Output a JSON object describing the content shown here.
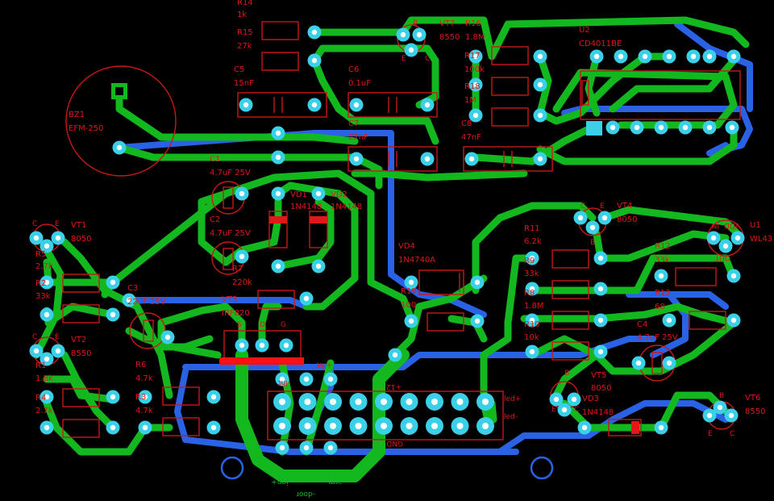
{
  "board": {
    "background": "#000000",
    "colors": {
      "top_copper": "#12b81e",
      "bottom_copper": "#2a62e6",
      "silkscreen": "#e01818",
      "pad": "#3ad0e8",
      "highlight": "#ff1010"
    }
  },
  "labels": {
    "r14": "R14",
    "r14v": "1k",
    "r15": "R15",
    "r15v": "27k",
    "c5": "C5",
    "c5v": "15nF",
    "c6": "C6",
    "c6v": "0.1uF",
    "c7": "C7",
    "c7v": "22nF",
    "vt7": "VT7",
    "vt7v": "8550",
    "r16": "R16",
    "r16v": "1.8M",
    "r17": "R17",
    "r17v": "100k",
    "r18": "R18",
    "r18v": "1M",
    "c8": "C8",
    "c8v": "47nF",
    "u2": "U2",
    "u2v": "CD4011BE",
    "bz1": "BZ1",
    "bz1v": "EFM-250",
    "c1": "C1",
    "c1v": "4.7uF 25V",
    "c2": "C2",
    "c2v": "4.7uF 25V",
    "vd1": "VD1",
    "vd1v": "1N4148",
    "vd2": "VD2",
    "vd2v": "1N4148",
    "r7": "R7",
    "r7v": "220k",
    "vt1": "VT1",
    "vt1v": "8050",
    "r5": "R5",
    "r5v": "2.7k",
    "r2": "R2",
    "r2v": "33k",
    "c3": "C3",
    "c3v": "22uF 25V",
    "vt3": "VT3",
    "vt3v": "IRF820",
    "vt2": "VT2",
    "vt2v": "8550",
    "r1": "R1",
    "r1v": "1.8k",
    "r4": "R4",
    "r4v": "2.7k",
    "r6": "R6",
    "r6v": "4.7k",
    "r3": "R3",
    "r3v": "4.7k",
    "vd4": "VD4",
    "vd4v": "1N4740A",
    "r19": "R19",
    "r19v": "100",
    "vt4": "VT4",
    "vt4v": "8050",
    "u1": "U1",
    "u1v": "WL43",
    "r11": "R11",
    "r11v": "6.2k",
    "r9": "R9",
    "r9v": "33k",
    "r8": "R8",
    "r8v": "1.8M",
    "r10": "R10",
    "r10v": "10k",
    "r12": "R12",
    "r12v": "33k",
    "r13": "R13",
    "r13v": "68",
    "c4": "C4",
    "c4v": "4.7uF 25V",
    "vt5": "VT5",
    "vt5v": "8050",
    "vd3": "VD3",
    "vd3v": "1N4148",
    "vt6": "VT6",
    "vt6v": "8550",
    "pin_b": "B",
    "pin_e": "E",
    "pin_c": "C",
    "pin_s": "S",
    "pin_d": "D",
    "pin_g": "G",
    "u1_in": "IN",
    "u1_vdd": "VDD",
    "u1_out": "OUT",
    "con_plus12": "+12",
    "con_gnd": "GND",
    "con_ledp": "led+",
    "con_ledm": "led-",
    "con_lht_m": "-lht",
    "con_lht_p": "+lht",
    "con_ign": "-ign+",
    "con_door": "-door",
    "con_arm": "-arm-"
  }
}
